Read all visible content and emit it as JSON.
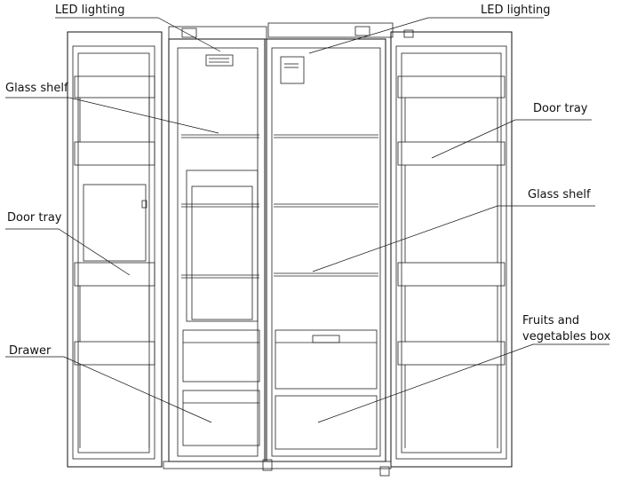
{
  "labels": {
    "led_left": "LED lighting",
    "led_right": "LED lighting",
    "glass_shelf_left": "Glass shelf",
    "glass_shelf_right": "Glass shelf",
    "door_tray_left": "Door tray",
    "door_tray_right": "Door tray",
    "drawer": "Drawer",
    "fruits_line1": "Fruits and",
    "fruits_line2": "vegetables box"
  }
}
